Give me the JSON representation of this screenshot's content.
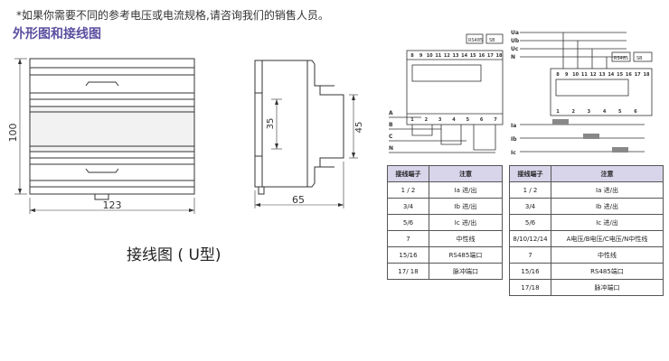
{
  "note": "*如果你需要不同的参考电压或电流规格,请咨询我们的销售人员。",
  "section_title": "外形图和接线图",
  "front_view": {
    "width_label": "123",
    "height_label": "100"
  },
  "side_view": {
    "width_label": "65",
    "inner_height_label": "35",
    "outer_height_label": "45"
  },
  "caption": "接线图 ( U型)",
  "wiring_left": {
    "top_terminals": [
      "8",
      "9",
      "10",
      "11",
      "12",
      "13",
      "14",
      "15",
      "16",
      "17",
      "18"
    ],
    "bottom_terminals": [
      "1",
      "2",
      "3",
      "4",
      "5",
      "6",
      "7"
    ],
    "module_labels": [
      "RS485",
      "SB"
    ],
    "phase_labels": [
      "A",
      "B",
      "C",
      "N"
    ]
  },
  "wiring_right": {
    "voltage_labels": [
      "Ua",
      "Ub",
      "Uc",
      "N"
    ],
    "current_labels": [
      "Ia",
      "Ib",
      "Ic"
    ],
    "top_terminals": [
      "8",
      "9",
      "10",
      "11",
      "12",
      "13",
      "14",
      "15",
      "16",
      "17",
      "18"
    ],
    "bottom_terminals": [
      "1",
      "2",
      "3",
      "4",
      "5",
      "6"
    ],
    "module_labels": [
      "RS485",
      "SB"
    ]
  },
  "table_left": {
    "headers": [
      "接线端子",
      "注意"
    ],
    "rows": [
      [
        "1 / 2",
        "Ia 进/出"
      ],
      [
        "3/4",
        "Ib 进/出"
      ],
      [
        "5/6",
        "Ic 进/出"
      ],
      [
        "7",
        "中性线"
      ],
      [
        "15/16",
        "RS485端口"
      ],
      [
        "17/ 18",
        "脉冲端口"
      ]
    ]
  },
  "table_right": {
    "headers": [
      "接线端子",
      "注意"
    ],
    "rows": [
      [
        "1 / 2",
        "Ia 进/出"
      ],
      [
        "3/4",
        "Ib 进/出"
      ],
      [
        "5/6",
        "Ic 进/出"
      ],
      [
        "8/10/12/14",
        "A电压/B电压/C电压/N中性线"
      ],
      [
        "7",
        "中性线"
      ],
      [
        "15/16",
        "RS485端口"
      ],
      [
        "17/18",
        "脉冲端口"
      ]
    ]
  }
}
